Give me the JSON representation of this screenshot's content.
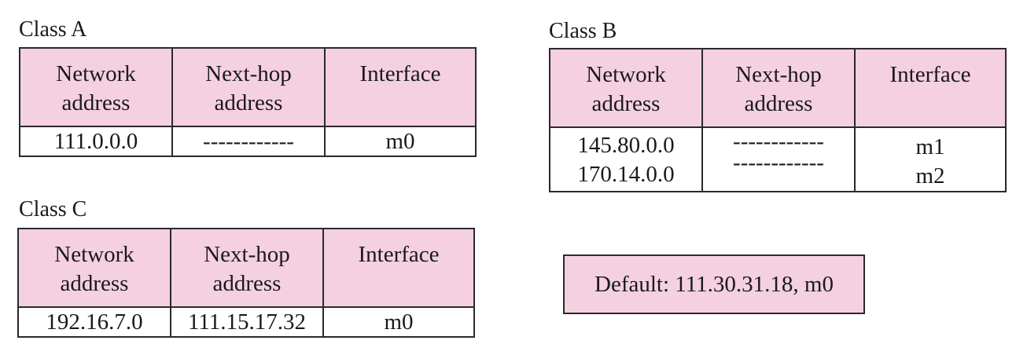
{
  "tables": {
    "class_a": {
      "title": "Class A",
      "headers": {
        "network": "Network\naddress",
        "nexthop": "Next-hop\naddress",
        "interface": "Interface"
      },
      "rows": [
        {
          "network": "111.0.0.0",
          "nexthop": "------------",
          "interface": "m0"
        }
      ]
    },
    "class_b": {
      "title": "Class B",
      "headers": {
        "network": "Network\naddress",
        "nexthop": "Next-hop\naddress",
        "interface": "Interface"
      },
      "rows": [
        {
          "network": "145.80.0.0",
          "nexthop": "------------",
          "interface": "m1"
        },
        {
          "network": "170.14.0.0",
          "nexthop": "------------",
          "interface": "m2"
        }
      ]
    },
    "class_c": {
      "title": "Class C",
      "headers": {
        "network": "Network\naddress",
        "nexthop": "Next-hop\naddress",
        "interface": "Interface"
      },
      "rows": [
        {
          "network": "192.16.7.0",
          "nexthop": "111.15.17.32",
          "interface": "m0"
        }
      ]
    }
  },
  "default_route": "Default: 111.30.31.18,  m0",
  "colors": {
    "header_fill": "#f4d0e1",
    "border": "#2a2a2a"
  }
}
